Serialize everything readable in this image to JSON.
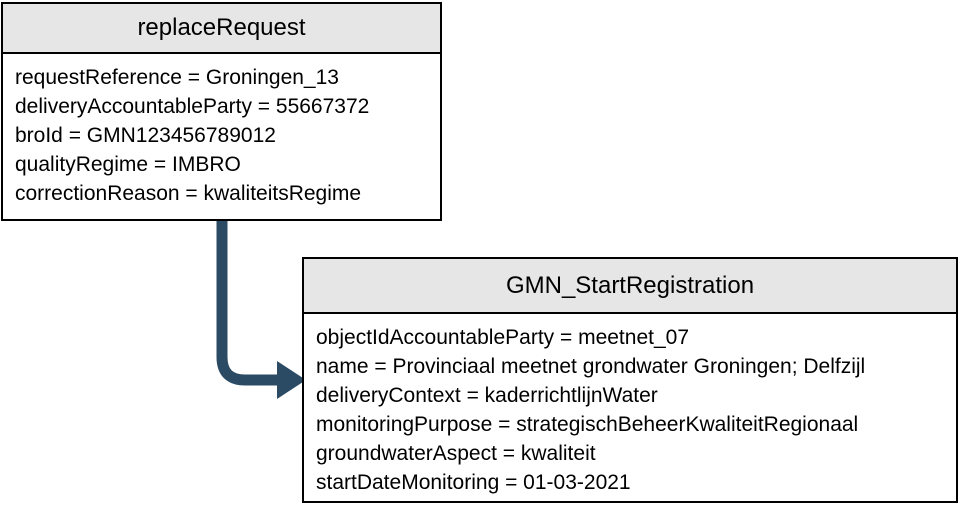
{
  "colors": {
    "header_bg": "#e6e6e6",
    "border": "#000000",
    "arrow": "#2b4a63",
    "canvas_bg": "#ffffff"
  },
  "replace_request": {
    "title": "replaceRequest",
    "attributes": [
      "requestReference = Groningen_13",
      "deliveryAccountableParty = 55667372",
      "broId = GMN123456789012",
      "qualityRegime = IMBRO",
      "correctionReason = kwaliteitsRegime"
    ]
  },
  "gmn_start_registration": {
    "title": "GMN_StartRegistration",
    "attributes": [
      "objectIdAccountableParty = meetnet_07",
      "name = Provinciaal meetnet grondwater Groningen; Delfzijl",
      "deliveryContext = kaderrichtlijnWater",
      "monitoringPurpose = strategischBeheerKwaliteitRegionaal",
      "groundwaterAspect = kwaliteit",
      "startDateMonitoring = 01-03-2021"
    ]
  }
}
